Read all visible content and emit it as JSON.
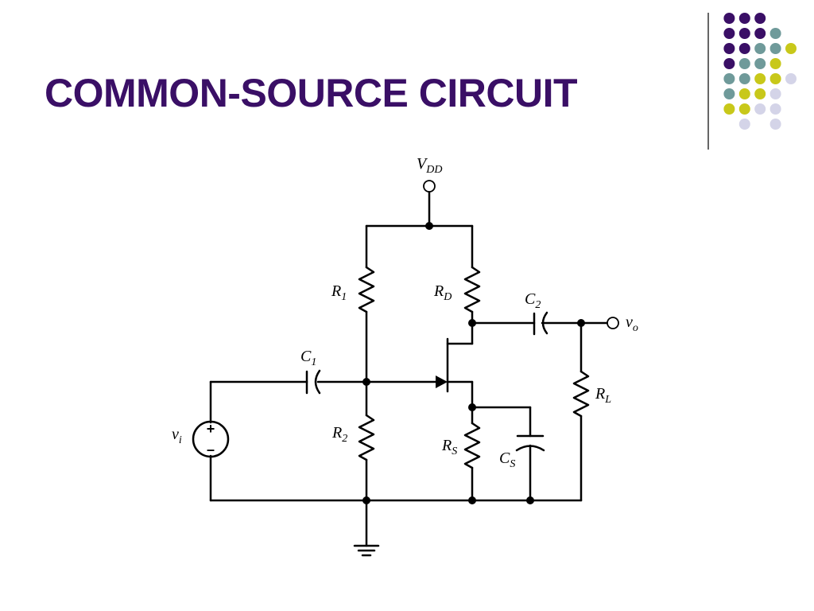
{
  "slide": {
    "title": "COMMON-SOURCE CIRCUIT"
  },
  "decoration": {
    "colors": {
      "purple": "#3a0f66",
      "teal": "#6f9a9a",
      "lime": "#c8c81a",
      "lavender": "#d4d4e8"
    }
  },
  "circuit": {
    "vdd": {
      "main": "V",
      "sub": "DD"
    },
    "r1": {
      "main": "R",
      "sub": "1"
    },
    "rd": {
      "main": "R",
      "sub": "D"
    },
    "c2": {
      "main": "C",
      "sub": "2"
    },
    "vo": {
      "main": "v",
      "sub": "o"
    },
    "c1": {
      "main": "C",
      "sub": "1"
    },
    "rl": {
      "main": "R",
      "sub": "L"
    },
    "vi": {
      "main": "v",
      "sub": "i"
    },
    "r2": {
      "main": "R",
      "sub": "2"
    },
    "rs": {
      "main": "R",
      "sub": "S"
    },
    "cs": {
      "main": "C",
      "sub": "S"
    },
    "source_plus": "+",
    "source_minus": "–"
  }
}
